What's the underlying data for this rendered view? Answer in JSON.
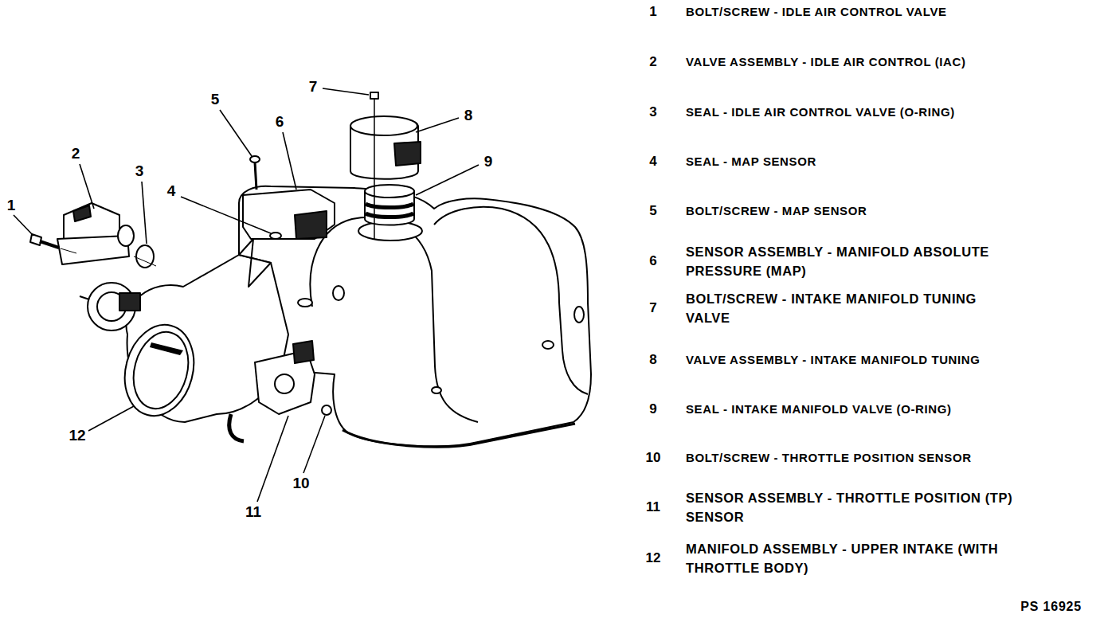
{
  "diagram": {
    "labels": [
      "1",
      "2",
      "3",
      "4",
      "5",
      "6",
      "7",
      "8",
      "9",
      "10",
      "11",
      "12",
      "1",
      "BOLT/SCREW - IDLE AIR CONTROL VALVE",
      "2",
      "VALVE ASSEMBLY - IDLE AIR CONTROL (IAC)",
      "3",
      "SEAL - IDLE AIR CONTROL VALVE (O-RING)",
      "4",
      "SEAL - MAP SENSOR",
      "5",
      "BOLT/SCREW - MAP SENSOR",
      "6",
      "SENSOR ASSEMBLY - MANIFOLD ABSOLUTE PRESSURE (MAP)",
      "7",
      "BOLT/SCREW - INTAKE MANIFOLD TUNING VALVE",
      "8",
      "VALVE ASSEMBLY - INTAKE MANIFOLD TUNING",
      "9",
      "SEAL - INTAKE MANIFOLD VALVE (O-RING)",
      "10",
      "BOLT/SCREW - THROTTLE POSITION SENSOR",
      "11",
      "SENSOR ASSEMBLY - THROTTLE POSITION (TP) SENSOR",
      "12",
      "MANIFOLD ASSEMBLY - UPPER INTAKE (WITH THROTTLE BODY)",
      "PS 16925"
    ]
  }
}
